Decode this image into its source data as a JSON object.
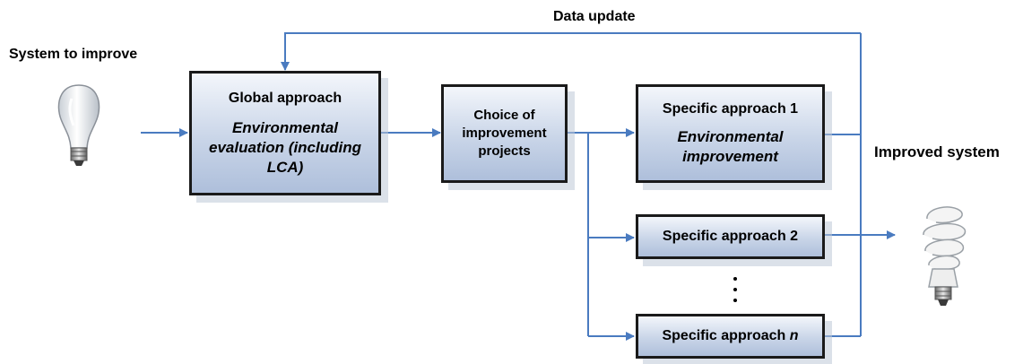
{
  "labels": {
    "system_to_improve": "System to improve",
    "data_update": "Data update",
    "improved_system": "Improved system"
  },
  "boxes": {
    "global": {
      "title": "Global approach",
      "subtitle": "Environmental evaluation (including LCA)"
    },
    "choice": {
      "title": "Choice of improvement projects"
    },
    "specific1": {
      "title": "Specific approach 1",
      "subtitle": "Environmental improvement"
    },
    "specific2": {
      "title": "Specific approach 2"
    },
    "specificn": {
      "title": "Specific approach ",
      "title_italic": "n"
    }
  },
  "icons": {
    "input": "incandescent-bulb-icon",
    "output": "cfl-bulb-icon"
  },
  "colors": {
    "arrow": "#4a7bc0",
    "box_border": "#1a1a1a",
    "box_fill_top": "#f3f6fb",
    "box_fill_bottom": "#aebfdb"
  }
}
